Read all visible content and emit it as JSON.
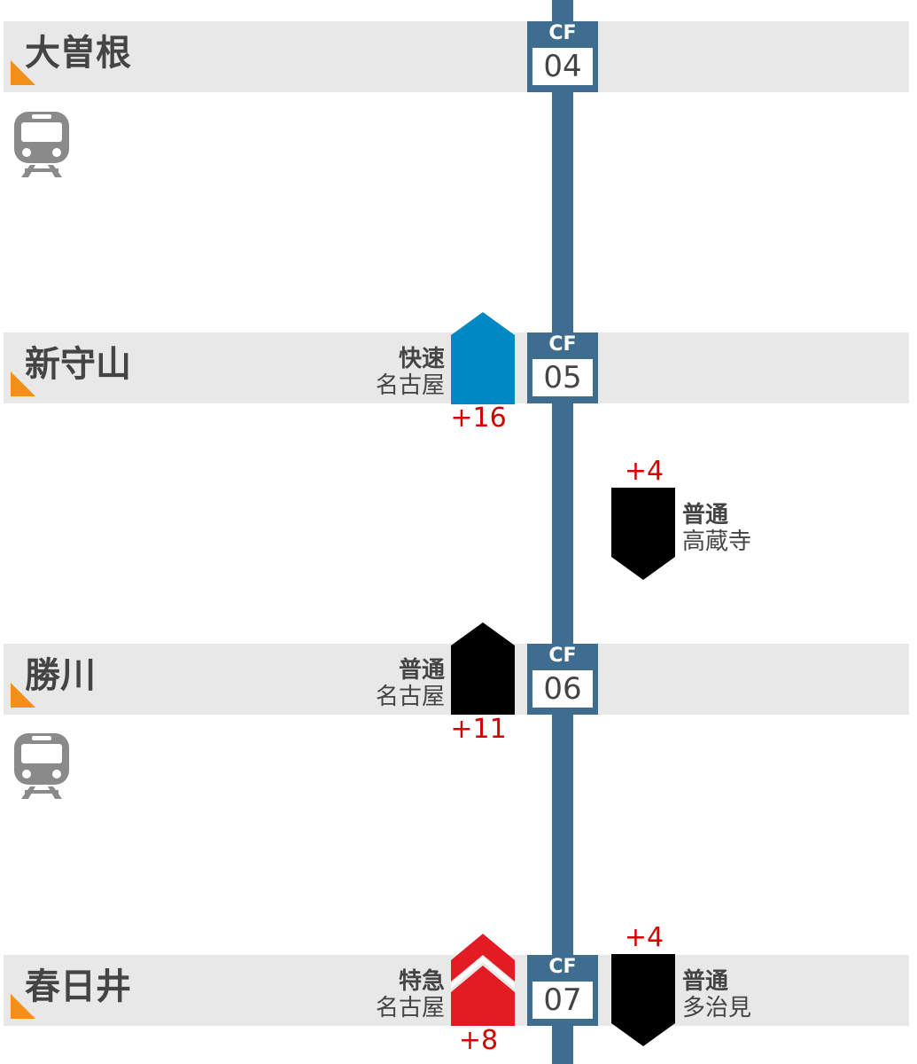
{
  "colors": {
    "line": "#3f6d90",
    "band": "#e8e8e8",
    "corner_accent": "#f39019",
    "train_icon": "#8a8a8a",
    "rapid": "#0088c2",
    "local": "#000000",
    "limited_express": "#e31b23",
    "delay": "#d40000"
  },
  "stations": [
    {
      "name": "大曽根",
      "line_code": "CF",
      "number": "04"
    },
    {
      "name": "新守山",
      "line_code": "CF",
      "number": "05"
    },
    {
      "name": "勝川",
      "line_code": "CF",
      "number": "06"
    },
    {
      "name": "春日井",
      "line_code": "CF",
      "number": "07"
    }
  ],
  "trains": [
    {
      "direction": "up",
      "type": "快速",
      "terminal": "名古屋",
      "delay": "+16",
      "color": "rapid",
      "icon": "pentagon-up"
    },
    {
      "direction": "down",
      "type": "普通",
      "terminal": "高蔵寺",
      "delay": "+4",
      "color": "local",
      "icon": "pentagon-down"
    },
    {
      "direction": "up",
      "type": "普通",
      "terminal": "名古屋",
      "delay": "+11",
      "color": "local",
      "icon": "pentagon-up"
    },
    {
      "direction": "up",
      "type": "特急",
      "terminal": "名古屋",
      "delay": "+8",
      "color": "limited_express",
      "icon": "double-chevron-up"
    },
    {
      "direction": "down",
      "type": "普通",
      "terminal": "多治見",
      "delay": "+4",
      "color": "local",
      "icon": "pentagon-down"
    }
  ],
  "icons": {
    "station_corner": "corner-triangle-icon",
    "station_train": "train-icon"
  }
}
